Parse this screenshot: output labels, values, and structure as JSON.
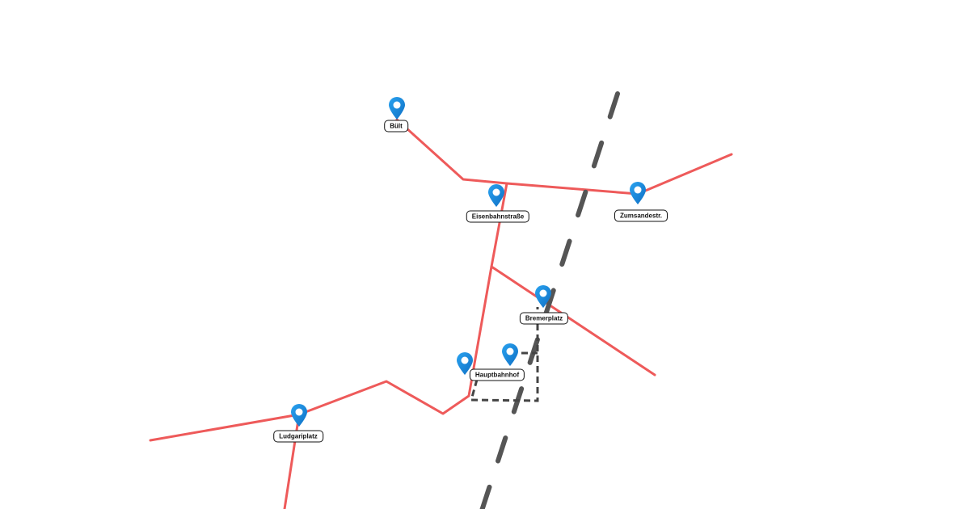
{
  "colors": {
    "route": "#ee5a5a",
    "rail": "#555555",
    "marker": "#1b8be0"
  },
  "stops": [
    {
      "name": "Bült",
      "icon": "map-pin-icon"
    },
    {
      "name": "Eisenbahnstraße",
      "icon": "map-pin-icon"
    },
    {
      "name": "Zumsandestr.",
      "icon": "map-pin-icon"
    },
    {
      "name": "Bremerplatz",
      "icon": "map-pin-icon"
    },
    {
      "name": "Hauptbahnhof",
      "icon": "map-pin-icon"
    },
    {
      "name": "Ludgariplatz",
      "icon": "map-pin-icon"
    }
  ]
}
